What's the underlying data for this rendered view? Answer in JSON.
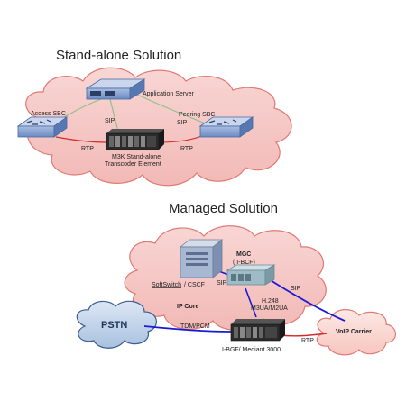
{
  "standalone": {
    "title": "Stand-alone Solution",
    "application_server": "Application Server",
    "access_sbc": "Access SBC",
    "peering_sbc": "Peering SBC",
    "sip_left": "SIP",
    "sip_right": "SIP",
    "rtp_left": "RTP",
    "rtp_right": "RTP",
    "transcoder_line1": "M3K Stand-alone",
    "transcoder_line2": "Transcoder Element"
  },
  "managed": {
    "title": "Managed Solution",
    "mgc_line1": "MGC",
    "mgc_line2": "( I-BCF)",
    "softswitch_a": "SoftSwitch",
    "softswitch_b": "/ CSCF",
    "sip_left": "SIP",
    "sip_right": "SIP",
    "h248_line1": "H.248",
    "h248_line2": "M3UA/M2UA",
    "ip_core": "IP Core",
    "pstn": "PSTN",
    "tdm_pcm": "TDM/PCM",
    "voip_carrier": "VoIP Carrier",
    "rtp": "RTP",
    "mediant_label": "I-BGF/ Mediant 3000"
  },
  "colors": {
    "cloud_fill": "#f5c8c6",
    "cloud_stroke": "#e07a74",
    "pstn_fill": "#b8cde6",
    "pstn_stroke": "#3d5d8e",
    "link_blue": "#1a1ad6",
    "link_red": "#d22a2a",
    "link_green": "#8fc28a",
    "device_blue": "#6f8fc8",
    "device_dark": "#2b2b2b"
  },
  "icons": [
    "router-icon",
    "server-icon",
    "chassis-icon"
  ]
}
